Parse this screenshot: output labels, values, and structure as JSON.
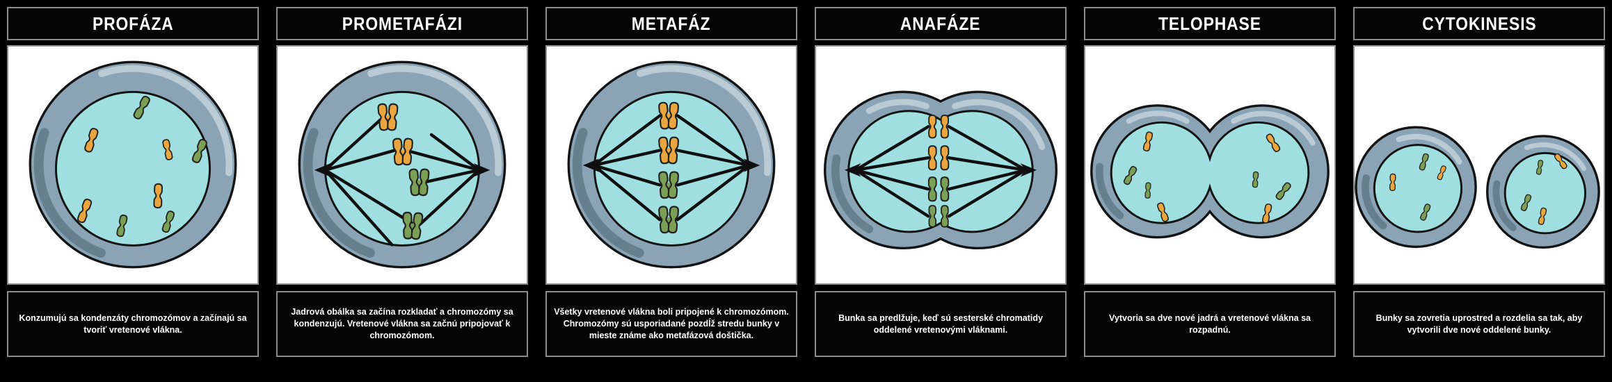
{
  "board": {
    "background": "#000000",
    "panel_border_color": "#8c8c8c",
    "text_color": "#ffffff"
  },
  "cell_colors": {
    "membrane": "#8BA4B5",
    "membrane_shadow": "#66808F",
    "membrane_highlight": "#BACBD5",
    "cytoplasm": "#9FDFDF",
    "chromosome_orange": "#EAA53E",
    "chromosome_green": "#7BA055",
    "spindle_fiber": "#0F0F0F",
    "outline": "#141414"
  },
  "phases": [
    {
      "title": "PROFÁZA",
      "description": "Konzumujú sa kondenzáty chromozómov a začínajú sa tvoriť vretenové vlákna.",
      "illustration": "prophase-cell"
    },
    {
      "title": "PROMETAFÁZI",
      "description": "Jadrová obálka sa začína rozkladať a chromozómy sa kondenzujú. Vretenové vlákna sa začnú pripojovať k chromozómom.",
      "illustration": "prometaphase-cell"
    },
    {
      "title": "METAFÁZ",
      "description": "Všetky vretenové vlákna boli pripojené k chromozómom. Chromozómy sú usporiadané pozdĺž stredu bunky v mieste známe ako metafázová doštička.",
      "illustration": "metaphase-cell"
    },
    {
      "title": "ANAFÁZE",
      "description": "Bunka sa predlžuje, keď sú sesterské chromatidy oddelené vretenovými vláknami.",
      "illustration": "anaphase-cell"
    },
    {
      "title": "TELOPHASE",
      "description": "Vytvoria sa dve nové jadrá a vretenové vlákna sa rozpadnú.",
      "illustration": "telophase-cell"
    },
    {
      "title": "CYTOKINESIS",
      "description": "Bunky sa zovretia uprostred a rozdelia sa tak, aby vytvorili dve nové oddelené bunky.",
      "illustration": "cytokinesis-cells"
    }
  ]
}
